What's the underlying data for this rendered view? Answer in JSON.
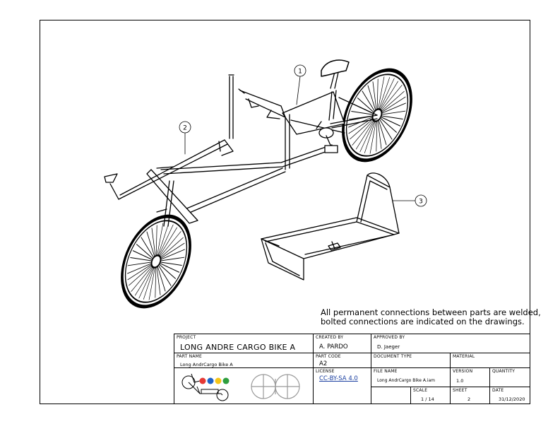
{
  "note": {
    "line1": "All permanent connections between parts are welded,",
    "line2": "bolted connections are indicated on the drawings."
  },
  "balloons": [
    "1",
    "2",
    "3"
  ],
  "title_block": {
    "project_label": "PROJECT",
    "project_value": "LONG ANDRE CARGO BIKE A",
    "created_by_label": "CREATED BY",
    "created_by_value": "A. PARDO",
    "approved_by_label": "APPROVED BY",
    "approved_by_value": "D. Jaeger",
    "part_name_label": "PART NAME",
    "part_name_value": "Long AndrCargo Bike A",
    "part_code_label": "PART CODE",
    "part_code_value": "A2",
    "document_type_label": "DOCUMENT TYPE",
    "document_type_value": "",
    "material_label": "MATERIAL",
    "material_value": "",
    "license_label": "LICENSE",
    "license_value": "CC-BY-SA 4.0",
    "file_name_label": "FILE NAME",
    "file_name_value": "Long AndrCargo Bike A.iam",
    "version_label": "VERSION",
    "version_value": "1.0",
    "quantity_label": "QUANTITY",
    "quantity_value": "",
    "scale_label": "SCALE",
    "scale_value": "1 / 14",
    "sheet_label": "SHEET",
    "sheet_value": "2",
    "date_label": "DATE",
    "date_value": "31/12/2020",
    "colors": {
      "red": "#e53935",
      "blue": "#1e63c8",
      "yellow": "#f5c518",
      "green": "#2e9e3e",
      "grey": "#9a9a9a"
    }
  }
}
